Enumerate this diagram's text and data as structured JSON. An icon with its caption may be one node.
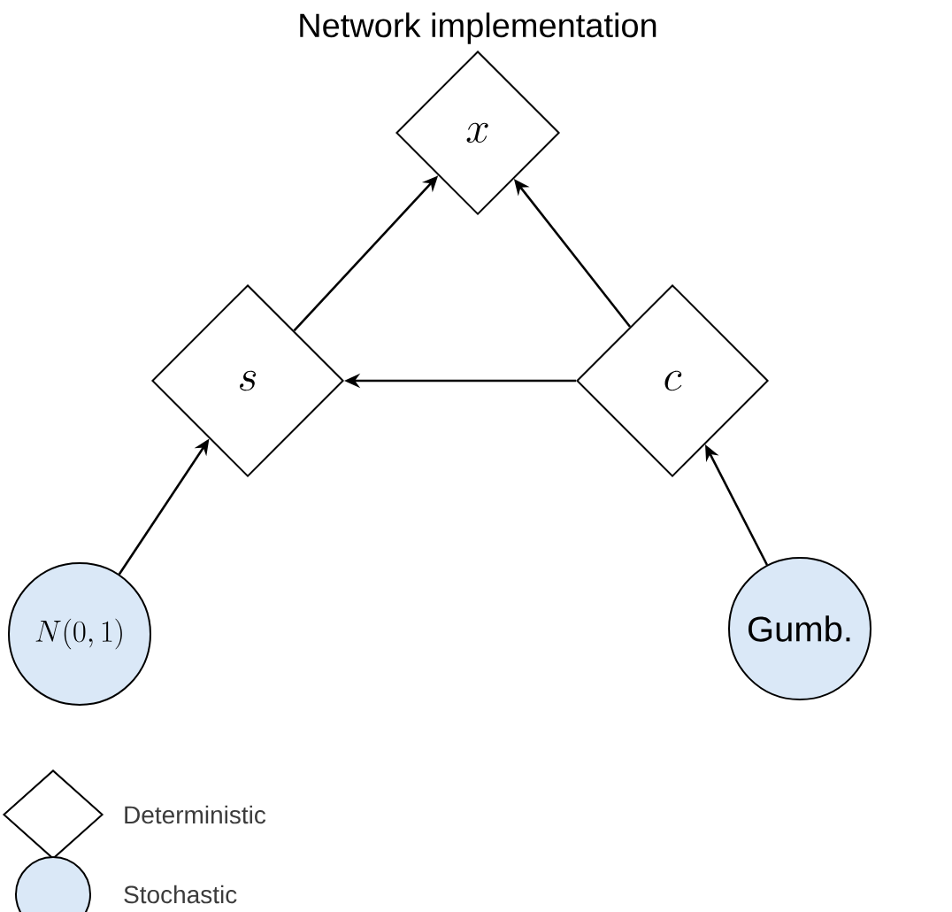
{
  "diagram": {
    "title": "Network implementation",
    "nodes": [
      {
        "text": [
          "x"
        ]
      },
      {
        "text": [
          "s"
        ]
      },
      {
        "text": [
          "c"
        ]
      },
      {
        "text": [
          "N(0,1)"
        ]
      },
      {
        "text": [
          "Gumb."
        ]
      }
    ],
    "edges": [
      {
        "from": 1,
        "to": 0,
        "arrow": "to"
      },
      {
        "from": 2,
        "to": 0,
        "arrow": "to"
      },
      {
        "from": 2,
        "to": 1,
        "arrow": "to"
      },
      {
        "from": 3,
        "to": 1,
        "arrow": "to"
      },
      {
        "from": 4,
        "to": 2,
        "arrow": "to"
      }
    ],
    "legend": [
      {
        "text": "Deterministic"
      },
      {
        "text": "Stochastic"
      }
    ]
  }
}
